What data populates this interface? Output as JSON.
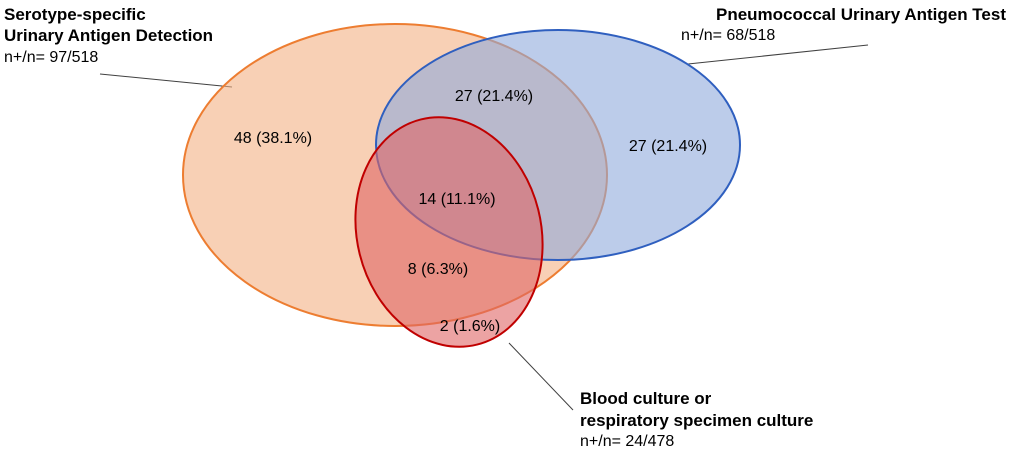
{
  "sets": {
    "serotype_uad": {
      "name_lines": [
        "Serotype-specific",
        "Urinary Antigen Detection"
      ],
      "count": "n+/n= 97/518",
      "fill": "#f4b183",
      "stroke": "#ed7d31"
    },
    "pneumococcal_uat": {
      "name_lines": [
        "Pneumococcal Urinary Antigen Test"
      ],
      "count": "n+/n= 68/518",
      "fill": "#8faadc",
      "stroke": "#2f5fbf"
    },
    "culture": {
      "name_lines": [
        "Blood culture or",
        "respiratory specimen culture"
      ],
      "count": "n+/n= 24/478",
      "fill": "#e06666",
      "stroke": "#c00000"
    }
  },
  "regions": {
    "uad_only": "48 (38.1%)",
    "uad_and_uat": "27 (21.4%)",
    "uat_only": "27 (21.4%)",
    "all_three": "14 (11.1%)",
    "uad_and_culture": "8 (6.3%)",
    "culture_only": "2 (1.6%)"
  }
}
